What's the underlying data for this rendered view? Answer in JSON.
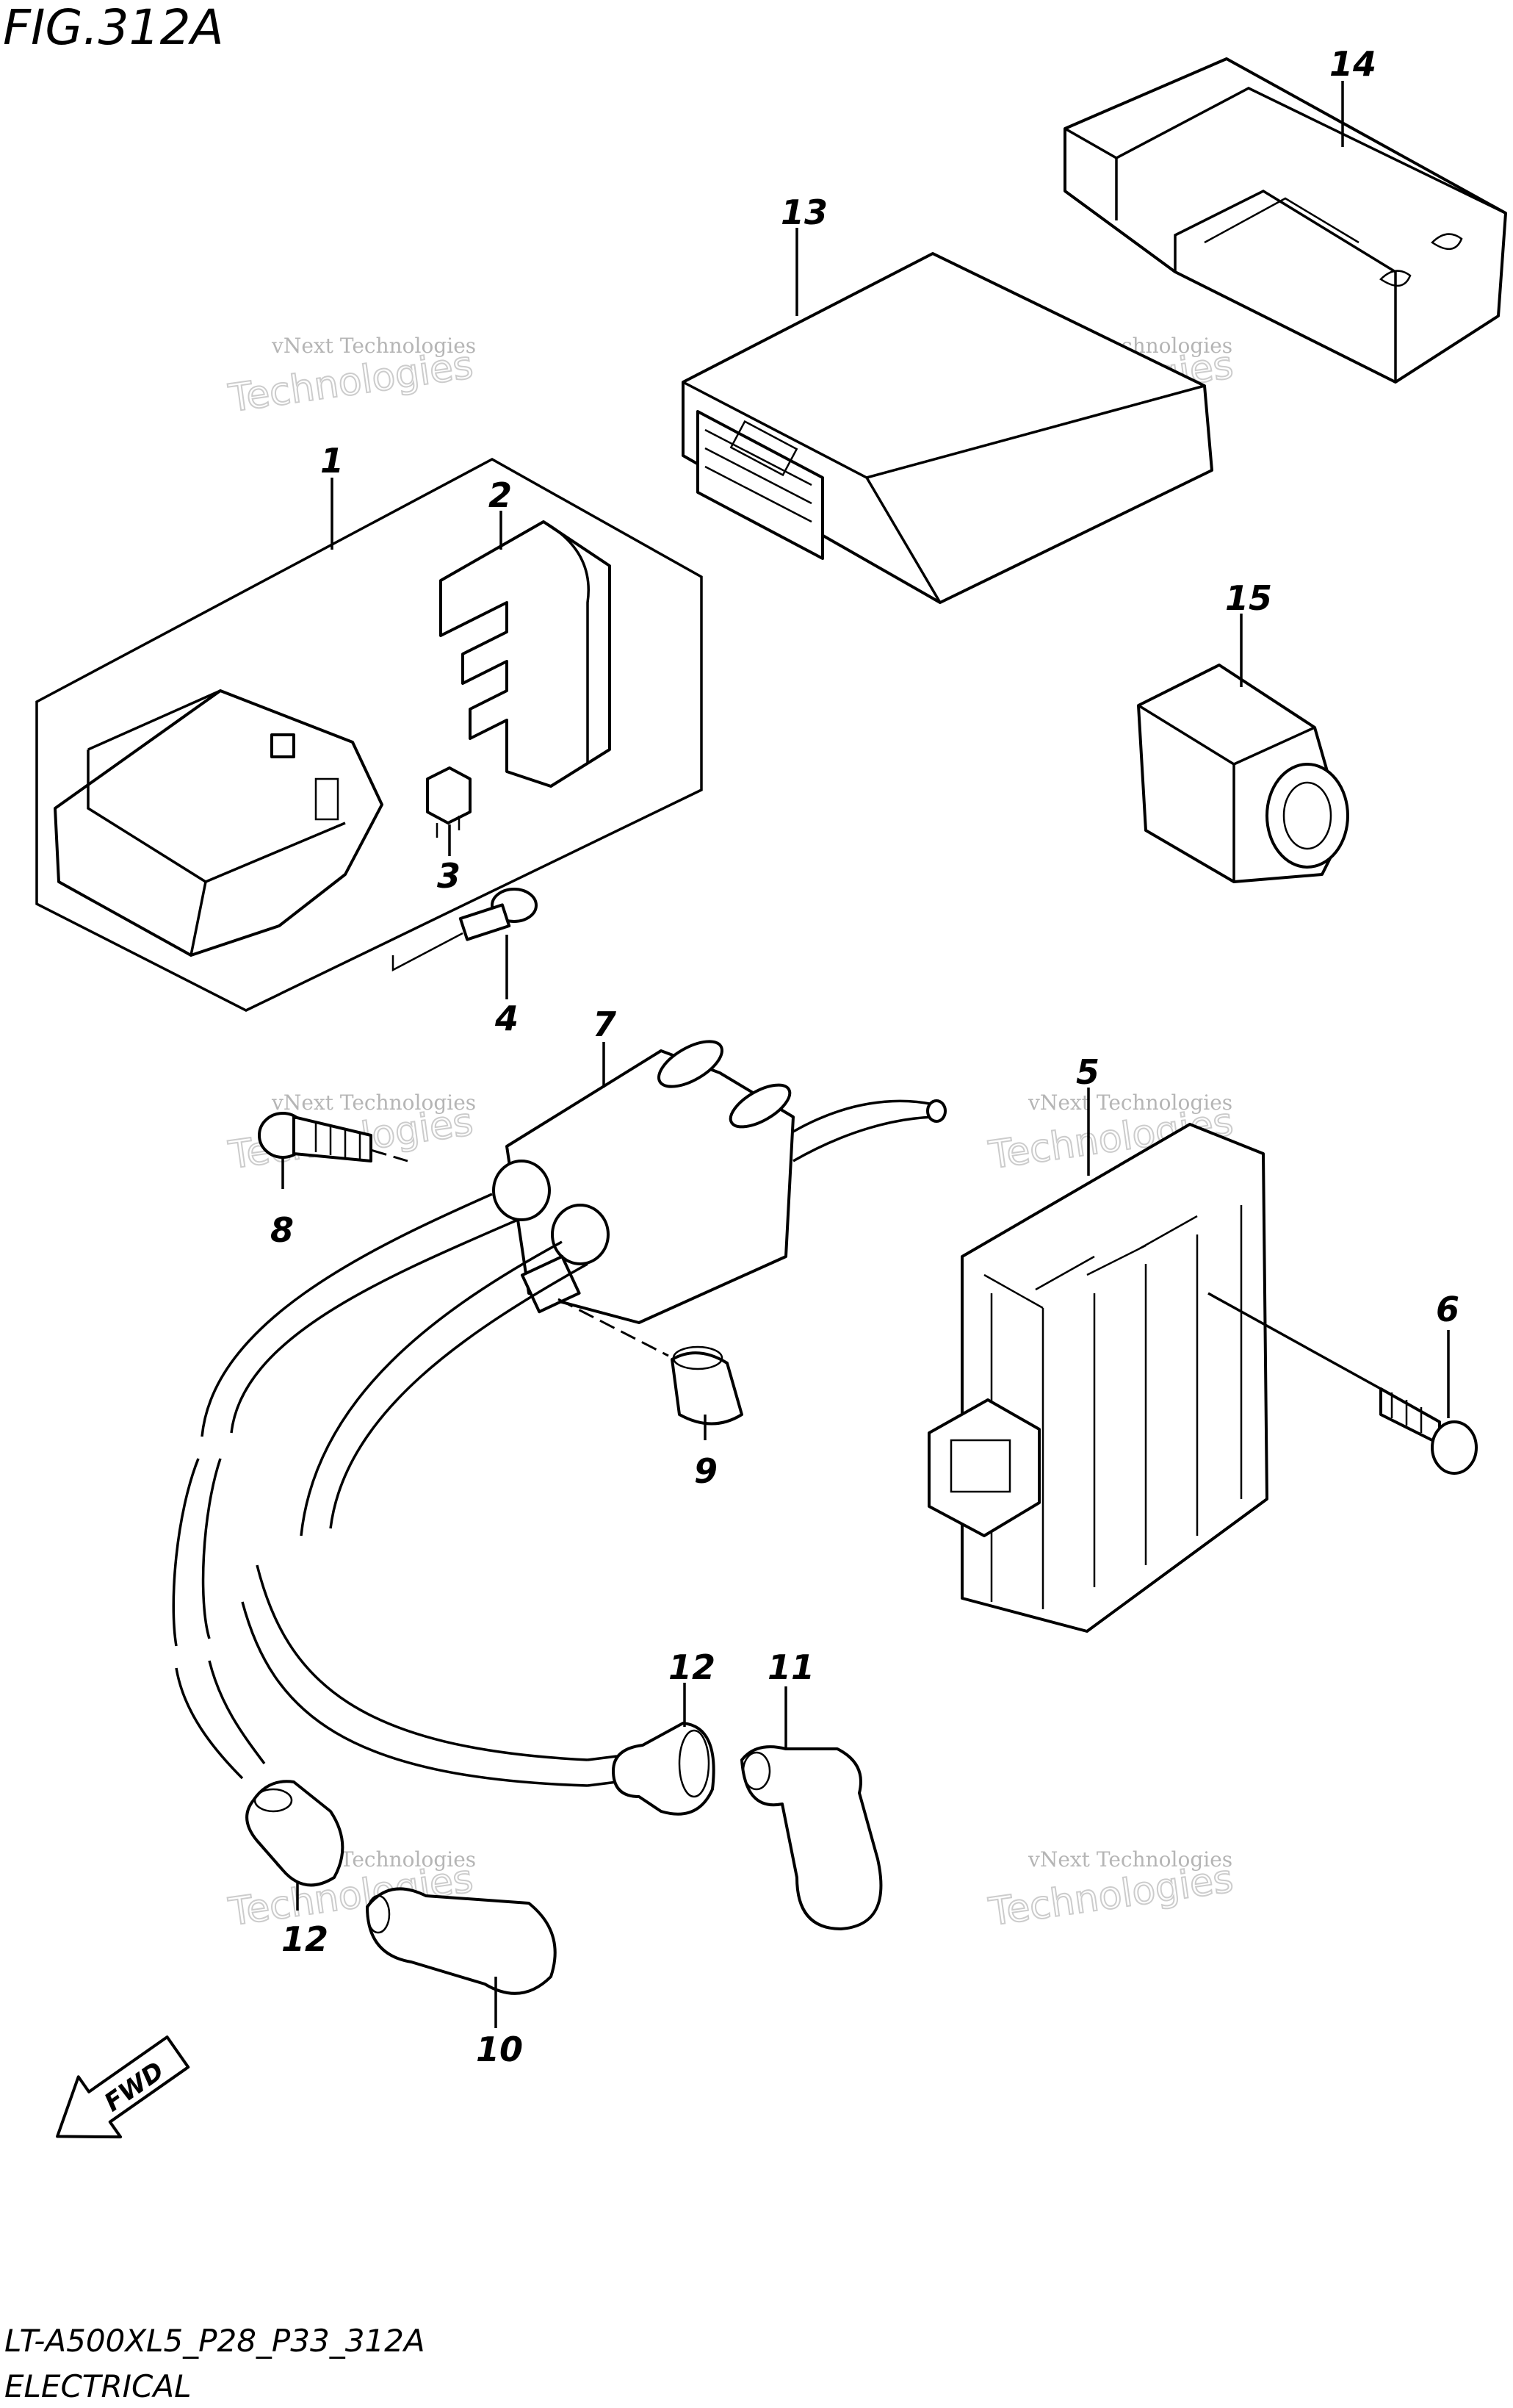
{
  "figure": {
    "title": "FIG.312A",
    "code": "LT-A500XL5_P28_P33_312A",
    "section": "ELECTRICAL"
  },
  "watermark": {
    "small": "vNext Technologies",
    "big": "Technologies"
  },
  "callouts": {
    "c1": "1",
    "c2": "2",
    "c3": "3",
    "c4": "4",
    "c5": "5",
    "c6": "6",
    "c7": "7",
    "c8": "8",
    "c9": "9",
    "c10": "10",
    "c11": "11",
    "c12a": "12",
    "c12b": "12",
    "c13": "13",
    "c14": "14",
    "c15": "15"
  },
  "fwd": {
    "label": "FWD"
  }
}
